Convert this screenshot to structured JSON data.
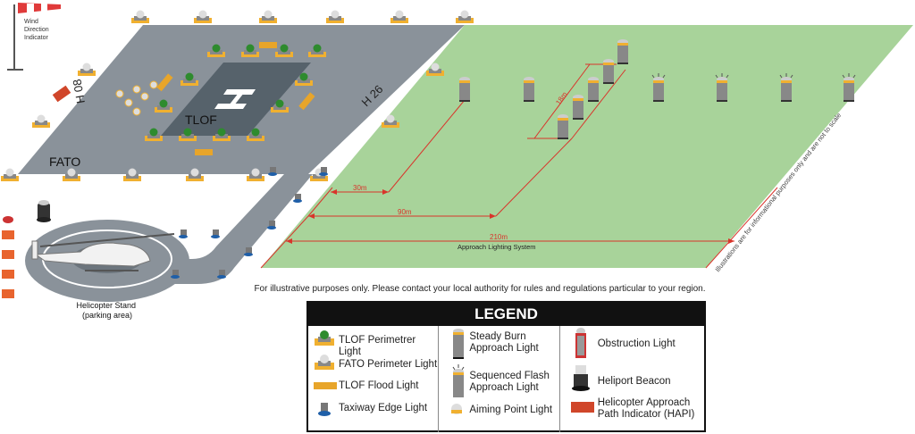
{
  "labels": {
    "wind_indicator": [
      "Wind",
      "Direction",
      "Indicator"
    ],
    "fato": "FATO",
    "tlof": "TLOF",
    "heli_marking": "H",
    "runway_08": "H 08",
    "runway_26": "H 26",
    "stand": [
      "Helicopter Stand",
      "(parking area)"
    ],
    "dim_30": "30m",
    "dim_90": "90m",
    "dim_210": "210m",
    "dim_18": "18m",
    "approach_system": "Approach Lighting System",
    "scale_note": "Illustrations are for informational purposes only and are not to scale",
    "disclaimer": "For illustrative purposes only. Please contact your local authority for rules and regulations particular to your region."
  },
  "legend": {
    "title": "LEGEND",
    "items": [
      {
        "label": [
          "TLOF Perimetrer Light"
        ],
        "icon": "tlof-perimeter-light-icon"
      },
      {
        "label": [
          "FATO Perimeter Light"
        ],
        "icon": "fato-perimeter-light-icon"
      },
      {
        "label": [
          "TLOF Flood Light"
        ],
        "icon": "tlof-flood-light-icon"
      },
      {
        "label": [
          "Taxiway Edge Light"
        ],
        "icon": "taxiway-edge-light-icon"
      },
      {
        "label": [
          "Steady Burn",
          "Approach Light"
        ],
        "icon": "steady-burn-approach-light-icon"
      },
      {
        "label": [
          "Sequenced Flash",
          "Approach Light"
        ],
        "icon": "sequenced-flash-approach-light-icon"
      },
      {
        "label": [
          "Aiming Point Light"
        ],
        "icon": "aiming-point-light-icon"
      },
      {
        "label": [
          "Obstruction Light"
        ],
        "icon": "obstruction-light-icon"
      },
      {
        "label": [
          "Heliport Beacon"
        ],
        "icon": "heliport-beacon-icon"
      },
      {
        "label": [
          "Helicopter Approach",
          "Path Indicator (HAPI)"
        ],
        "icon": "hapi-icon"
      }
    ]
  },
  "colors": {
    "fato": "#8a929a",
    "tlof": "#56626b",
    "grass": "#a8d39a",
    "dimension": "#d9342b",
    "amber": "#f0b030",
    "green_light": "#2e8b2e",
    "hapi": "#d0462a",
    "taxi_blue": "#1f5fa8"
  }
}
